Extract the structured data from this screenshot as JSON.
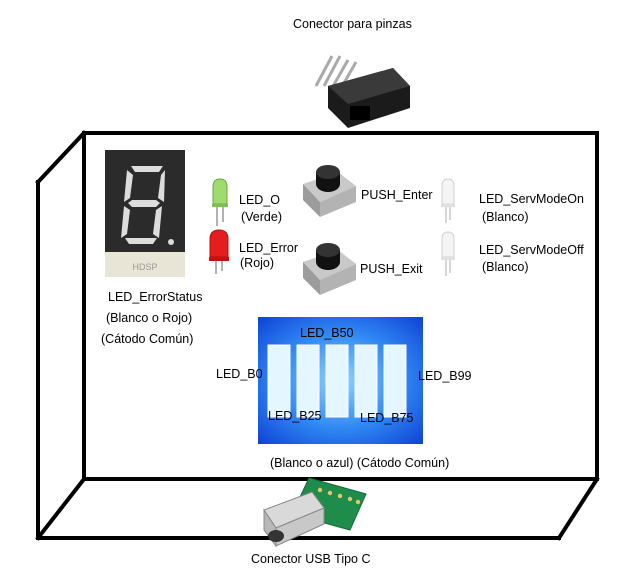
{
  "labels": {
    "connector_top": "Conector para pinzas",
    "connector_bottom": "Conector USB Tipo C",
    "led_o": "LED_O",
    "led_o_color": "(Verde)",
    "led_error": "LED_Error",
    "led_error_color": "(Rojo)",
    "push_enter": "PUSH_Enter",
    "push_exit": "PUSH_Exit",
    "led_serv_on": "LED_ServModeOn",
    "led_serv_on_color": "(Blanco)",
    "led_serv_off": "LED_ServModeOff",
    "led_serv_off_color": "(Blanco)",
    "error_status": "LED_ErrorStatus",
    "error_status_color": "(Blanco o Rojo)",
    "error_status_type": "(Cátodo Común)",
    "led_b50": "LED_B50",
    "led_b0": "LED_B0",
    "led_b99": "LED_B99",
    "led_b25": "LED_B25",
    "led_b75": "LED_B75",
    "bar_caption": "(Blanco o azul) (Cátodo Común)"
  },
  "colors": {
    "outline": "#000000",
    "led_green": "#8ad35a",
    "led_red": "#e41e1e",
    "led_white": "#eeeeee",
    "bar_blue": "#1f6ef0",
    "pcb_green": "#1e8c4a"
  }
}
